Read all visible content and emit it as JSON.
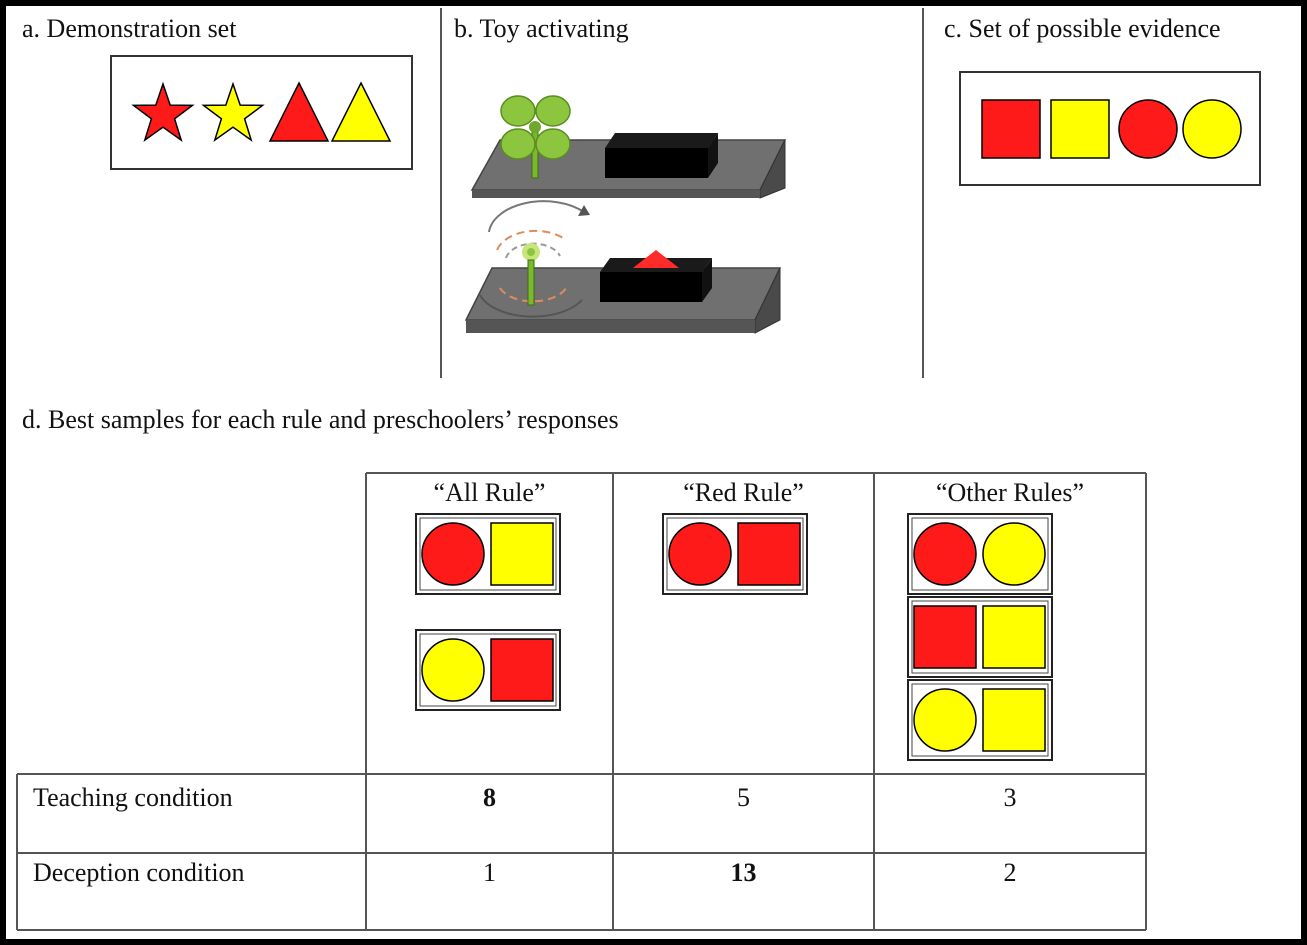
{
  "panels": {
    "a_title": "a. Demonstration set",
    "b_title": "b. Toy activating",
    "c_title": "c. Set of possible evidence",
    "d_title": "d. Best samples for each rule and preschoolers’ responses"
  },
  "demonstration_set": [
    {
      "shape": "star",
      "color": "red"
    },
    {
      "shape": "star",
      "color": "yellow"
    },
    {
      "shape": "triangle",
      "color": "red"
    },
    {
      "shape": "triangle",
      "color": "yellow"
    }
  ],
  "possible_evidence": [
    {
      "shape": "square",
      "color": "red"
    },
    {
      "shape": "square",
      "color": "yellow"
    },
    {
      "shape": "circle",
      "color": "red"
    },
    {
      "shape": "circle",
      "color": "yellow"
    }
  ],
  "table": {
    "columns": [
      "“All Rule”",
      "“Red Rule”",
      "“Other Rules”"
    ],
    "samples": {
      "all_rule": [
        [
          {
            "shape": "circle",
            "color": "red"
          },
          {
            "shape": "square",
            "color": "yellow"
          }
        ],
        [
          {
            "shape": "circle",
            "color": "yellow"
          },
          {
            "shape": "square",
            "color": "red"
          }
        ]
      ],
      "red_rule": [
        [
          {
            "shape": "circle",
            "color": "red"
          },
          {
            "shape": "square",
            "color": "red"
          }
        ]
      ],
      "other_rules": [
        [
          {
            "shape": "circle",
            "color": "red"
          },
          {
            "shape": "circle",
            "color": "yellow"
          }
        ],
        [
          {
            "shape": "square",
            "color": "red"
          },
          {
            "shape": "square",
            "color": "yellow"
          }
        ],
        [
          {
            "shape": "circle",
            "color": "yellow"
          },
          {
            "shape": "square",
            "color": "yellow"
          }
        ]
      ]
    },
    "rows": [
      {
        "label": "Teaching condition",
        "values": [
          "8",
          "5",
          "3"
        ],
        "bold_index": 0
      },
      {
        "label": "Deception condition",
        "values": [
          "1",
          "13",
          "2"
        ],
        "bold_index": 1
      }
    ]
  },
  "colors": {
    "red": "#ff1a1a",
    "yellow": "#ffff00",
    "platform": "#6f6f6f",
    "plant": "#8cc63f",
    "border": "#000000"
  }
}
